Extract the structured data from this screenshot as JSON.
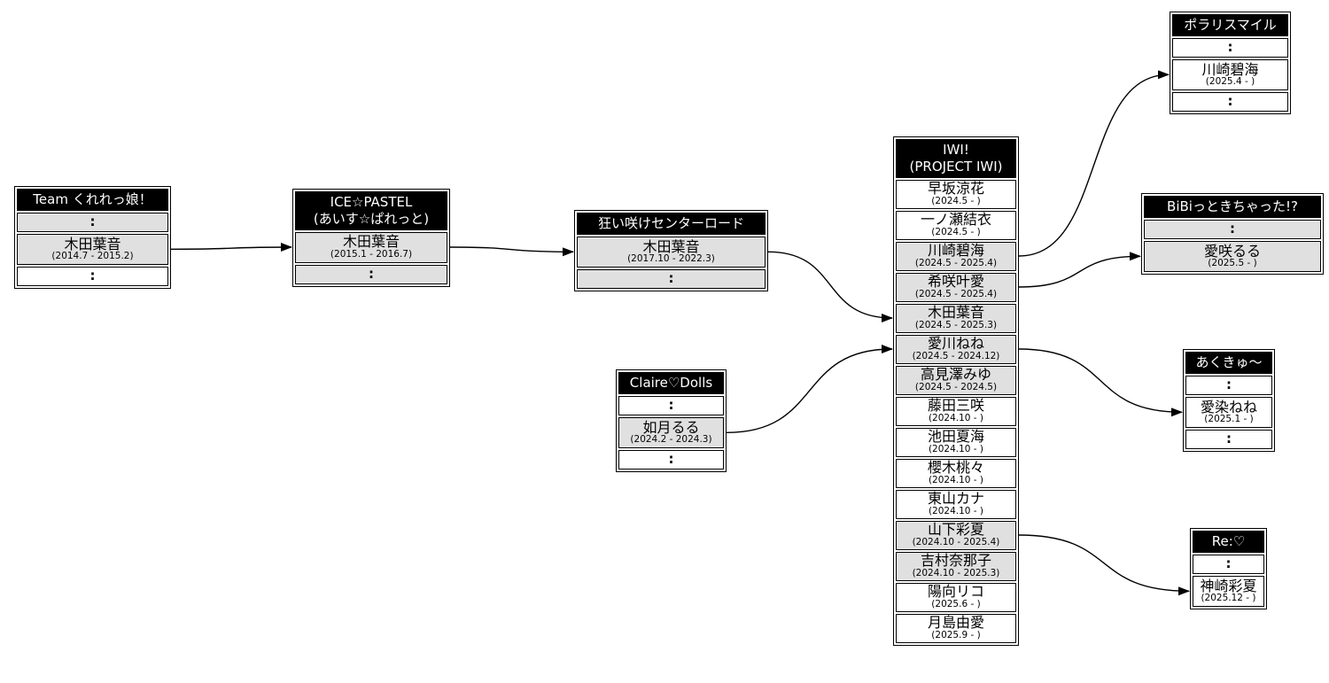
{
  "diagram": {
    "description": "Idol group membership history flowchart",
    "dots_symbol": ":",
    "colors": {
      "header_bg": "#000000",
      "header_text": "#ffffff",
      "former_member_row_bg": "#e0e0e0",
      "current_member_row_bg": "#ffffff",
      "border": "#000000",
      "arrow": "#000000"
    },
    "boxes": [
      {
        "id": "team-kureremusume",
        "title": [
          "Team くれれっ娘！"
        ],
        "rows": [
          {
            "type": "dots",
            "shade": "former"
          },
          {
            "type": "member",
            "shade": "former",
            "name": "木田葉音",
            "dates": "(2014.7 - 2015.2)"
          },
          {
            "type": "dots",
            "shade": "current"
          }
        ]
      },
      {
        "id": "ice-pastel",
        "title": [
          "ICE☆PASTEL",
          "(あいす☆ぱれっと)"
        ],
        "rows": [
          {
            "type": "member",
            "shade": "former",
            "name": "木田葉音",
            "dates": "(2015.1 - 2016.7)"
          },
          {
            "type": "dots",
            "shade": "former"
          }
        ]
      },
      {
        "id": "kuruizake-center-road",
        "title": [
          "狂い咲けセンターロード"
        ],
        "rows": [
          {
            "type": "member",
            "shade": "former",
            "name": "木田葉音",
            "dates": "(2017.10 - 2022.3)"
          },
          {
            "type": "dots",
            "shade": "former"
          }
        ]
      },
      {
        "id": "claire-dolls",
        "title": [
          "Claire♡Dolls"
        ],
        "rows": [
          {
            "type": "dots",
            "shade": "current"
          },
          {
            "type": "member",
            "shade": "former",
            "name": "如月るる",
            "dates": "(2024.2 - 2024.3)"
          },
          {
            "type": "dots",
            "shade": "current"
          }
        ]
      },
      {
        "id": "iwi-project-iwi",
        "title": [
          "IWI!",
          "(PROJECT IWI)"
        ],
        "rows": [
          {
            "type": "member",
            "shade": "current",
            "name": "早坂涼花",
            "dates": "(2024.5 - )"
          },
          {
            "type": "member",
            "shade": "current",
            "name": "一ノ瀬結衣",
            "dates": "(2024.5 - )"
          },
          {
            "type": "member",
            "shade": "former",
            "name": "川崎碧海",
            "dates": "(2024.5 - 2025.4)"
          },
          {
            "type": "member",
            "shade": "former",
            "name": "希咲叶愛",
            "dates": "(2024.5 - 2025.4)"
          },
          {
            "type": "member",
            "shade": "former",
            "name": "木田葉音",
            "dates": "(2024.5 - 2025.3)"
          },
          {
            "type": "member",
            "shade": "former",
            "name": "愛川ねね",
            "dates": "(2024.5 - 2024.12)"
          },
          {
            "type": "member",
            "shade": "former",
            "name": "高見澤みゆ",
            "dates": "(2024.5 - 2024.5)"
          },
          {
            "type": "member",
            "shade": "current",
            "name": "藤田三咲",
            "dates": "(2024.10 - )"
          },
          {
            "type": "member",
            "shade": "current",
            "name": "池田夏海",
            "dates": "(2024.10 - )"
          },
          {
            "type": "member",
            "shade": "current",
            "name": "櫻木桃々",
            "dates": "(2024.10 - )"
          },
          {
            "type": "member",
            "shade": "current",
            "name": "東山カナ",
            "dates": "(2024.10 - )"
          },
          {
            "type": "member",
            "shade": "former",
            "name": "山下彩夏",
            "dates": "(2024.10 - 2025.4)"
          },
          {
            "type": "member",
            "shade": "former",
            "name": "吉村奈那子",
            "dates": "(2024.10 - 2025.3)"
          },
          {
            "type": "member",
            "shade": "current",
            "name": "陽向リコ",
            "dates": "(2025.6 - )"
          },
          {
            "type": "member",
            "shade": "current",
            "name": "月島由愛",
            "dates": "(2025.9 - )"
          }
        ]
      },
      {
        "id": "polaris-smile",
        "title": [
          "ポラリスマイル"
        ],
        "rows": [
          {
            "type": "dots",
            "shade": "current"
          },
          {
            "type": "member",
            "shade": "current",
            "name": "川崎碧海",
            "dates": "(2025.4 - )"
          },
          {
            "type": "dots",
            "shade": "current"
          }
        ]
      },
      {
        "id": "bibi-ttokichatta",
        "title": [
          "BiBiっときちゃった!?"
        ],
        "rows": [
          {
            "type": "dots",
            "shade": "former"
          },
          {
            "type": "member",
            "shade": "former",
            "name": "愛咲るる",
            "dates": "(2025.5 - )"
          }
        ]
      },
      {
        "id": "aqcqueue",
        "title": [
          "あくきゅ〜"
        ],
        "rows": [
          {
            "type": "dots",
            "shade": "current"
          },
          {
            "type": "member",
            "shade": "current",
            "name": "愛染ねね",
            "dates": "(2025.1 - )"
          },
          {
            "type": "dots",
            "shade": "current"
          }
        ]
      },
      {
        "id": "re-heart",
        "title": [
          "Re:♡"
        ],
        "rows": [
          {
            "type": "dots",
            "shade": "current"
          },
          {
            "type": "member",
            "shade": "current",
            "name": "神崎彩夏",
            "dates": "(2025.12 - )"
          }
        ]
      }
    ],
    "connections": [
      {
        "from_box": 0,
        "from_row": 1,
        "to_box": 1,
        "to_row": 0,
        "label": "木田葉音: Team くれれっ娘！ → ICE☆PASTEL"
      },
      {
        "from_box": 1,
        "from_row": 0,
        "to_box": 2,
        "to_row": 0,
        "label": "木田葉音: ICE☆PASTEL → 狂い咲けセンターロード"
      },
      {
        "from_box": 2,
        "from_row": 0,
        "to_box": 4,
        "to_row": 4,
        "label": "木田葉音: 狂い咲けセンターロード → IWI!"
      },
      {
        "from_box": 3,
        "from_row": 1,
        "to_box": 4,
        "to_row": 5,
        "label": "如月るる: Claire♡Dolls → IWI! (愛川ねね)"
      },
      {
        "from_box": 4,
        "from_row": 2,
        "to_box": 5,
        "to_row": 1,
        "label": "川崎碧海: IWI! → ポラリスマイル"
      },
      {
        "from_box": 4,
        "from_row": 3,
        "to_box": 6,
        "to_row": 1,
        "label": "希咲叶愛: IWI! → BiBiっときちゃった!? (愛咲るる)"
      },
      {
        "from_box": 4,
        "from_row": 5,
        "to_box": 7,
        "to_row": 1,
        "label": "愛川ねね: IWI! → あくきゅ〜 (愛染ねね)"
      },
      {
        "from_box": 4,
        "from_row": 11,
        "to_box": 8,
        "to_row": 1,
        "label": "山下彩夏: IWI! → Re:♡ (神崎彩夏)"
      }
    ]
  }
}
